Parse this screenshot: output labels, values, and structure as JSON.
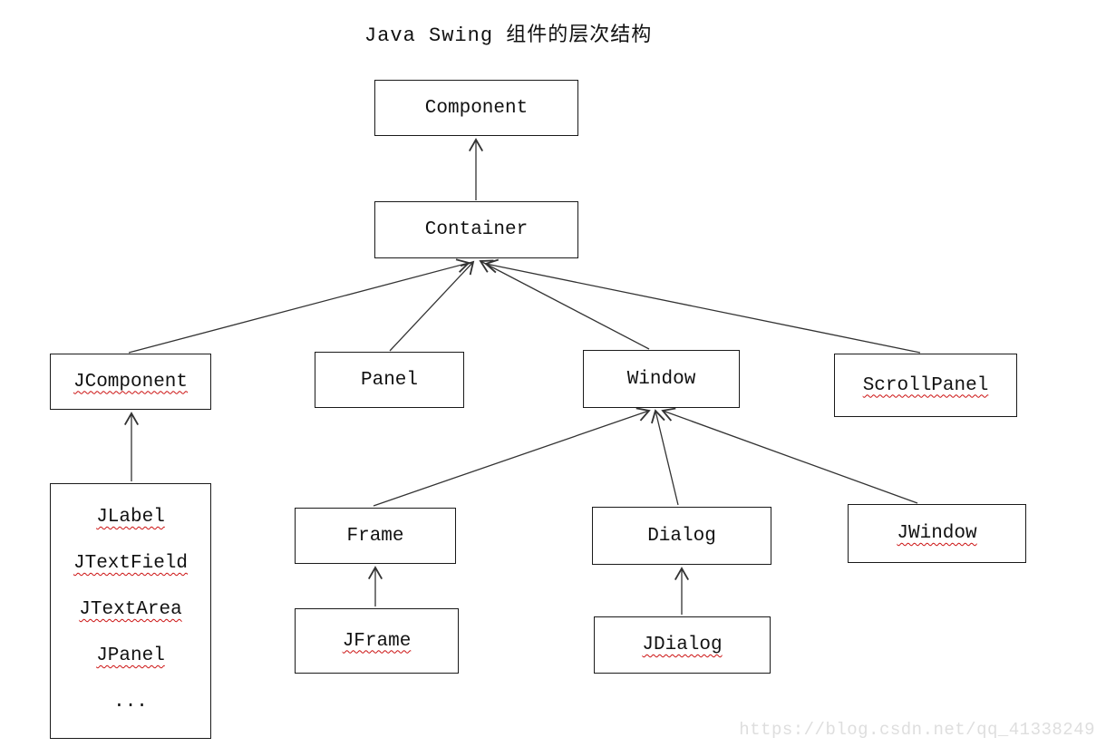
{
  "title": "Java Swing 组件的层次结构",
  "watermark": "https://blog.csdn.net/qq_41338249",
  "colors": {
    "background": "#ffffff",
    "box_border": "#1a1a1a",
    "edge_line": "#333333",
    "squiggle": "#cc1111",
    "watermark": "#dedede"
  },
  "nodes": {
    "component": {
      "label": "Component",
      "misspelled_underline": false
    },
    "container": {
      "label": "Container",
      "misspelled_underline": false
    },
    "jcomponent": {
      "label": "JComponent",
      "misspelled_underline": true
    },
    "panel": {
      "label": "Panel",
      "misspelled_underline": false
    },
    "window": {
      "label": "Window",
      "misspelled_underline": false
    },
    "scrollpanel": {
      "label": "ScrollPanel",
      "misspelled_underline": true
    },
    "frame": {
      "label": "Frame",
      "misspelled_underline": false
    },
    "dialog": {
      "label": "Dialog",
      "misspelled_underline": false
    },
    "jwindow": {
      "label": "JWindow",
      "misspelled_underline": true
    },
    "jframe": {
      "label": "JFrame",
      "misspelled_underline": true
    },
    "jdialog": {
      "label": "JDialog",
      "misspelled_underline": true
    }
  },
  "jcomponent_subclasses": {
    "items": [
      "JLabel",
      "JTextField",
      "JTextArea",
      "JPanel",
      "..."
    ]
  },
  "edges": [
    {
      "from": "Container",
      "to": "Component"
    },
    {
      "from": "JComponent",
      "to": "Container"
    },
    {
      "from": "Panel",
      "to": "Container"
    },
    {
      "from": "Window",
      "to": "Container"
    },
    {
      "from": "ScrollPanel",
      "to": "Container"
    },
    {
      "from": "JComponent subclasses",
      "to": "JComponent"
    },
    {
      "from": "Frame",
      "to": "Window"
    },
    {
      "from": "Dialog",
      "to": "Window"
    },
    {
      "from": "JWindow",
      "to": "Window"
    },
    {
      "from": "JFrame",
      "to": "Frame"
    },
    {
      "from": "JDialog",
      "to": "Dialog"
    }
  ]
}
